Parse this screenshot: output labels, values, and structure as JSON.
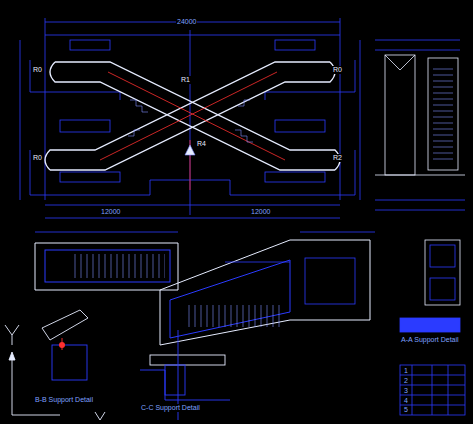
{
  "diagram": {
    "labels": [
      "R0",
      "R0",
      "R0",
      "R2",
      "R1",
      "R4",
      "24000",
      "12000",
      "12000",
      "A-A Support Detail",
      "B-B Support Detail",
      "C-C Support Detail",
      "1",
      "2",
      "3",
      "4",
      "5"
    ]
  }
}
